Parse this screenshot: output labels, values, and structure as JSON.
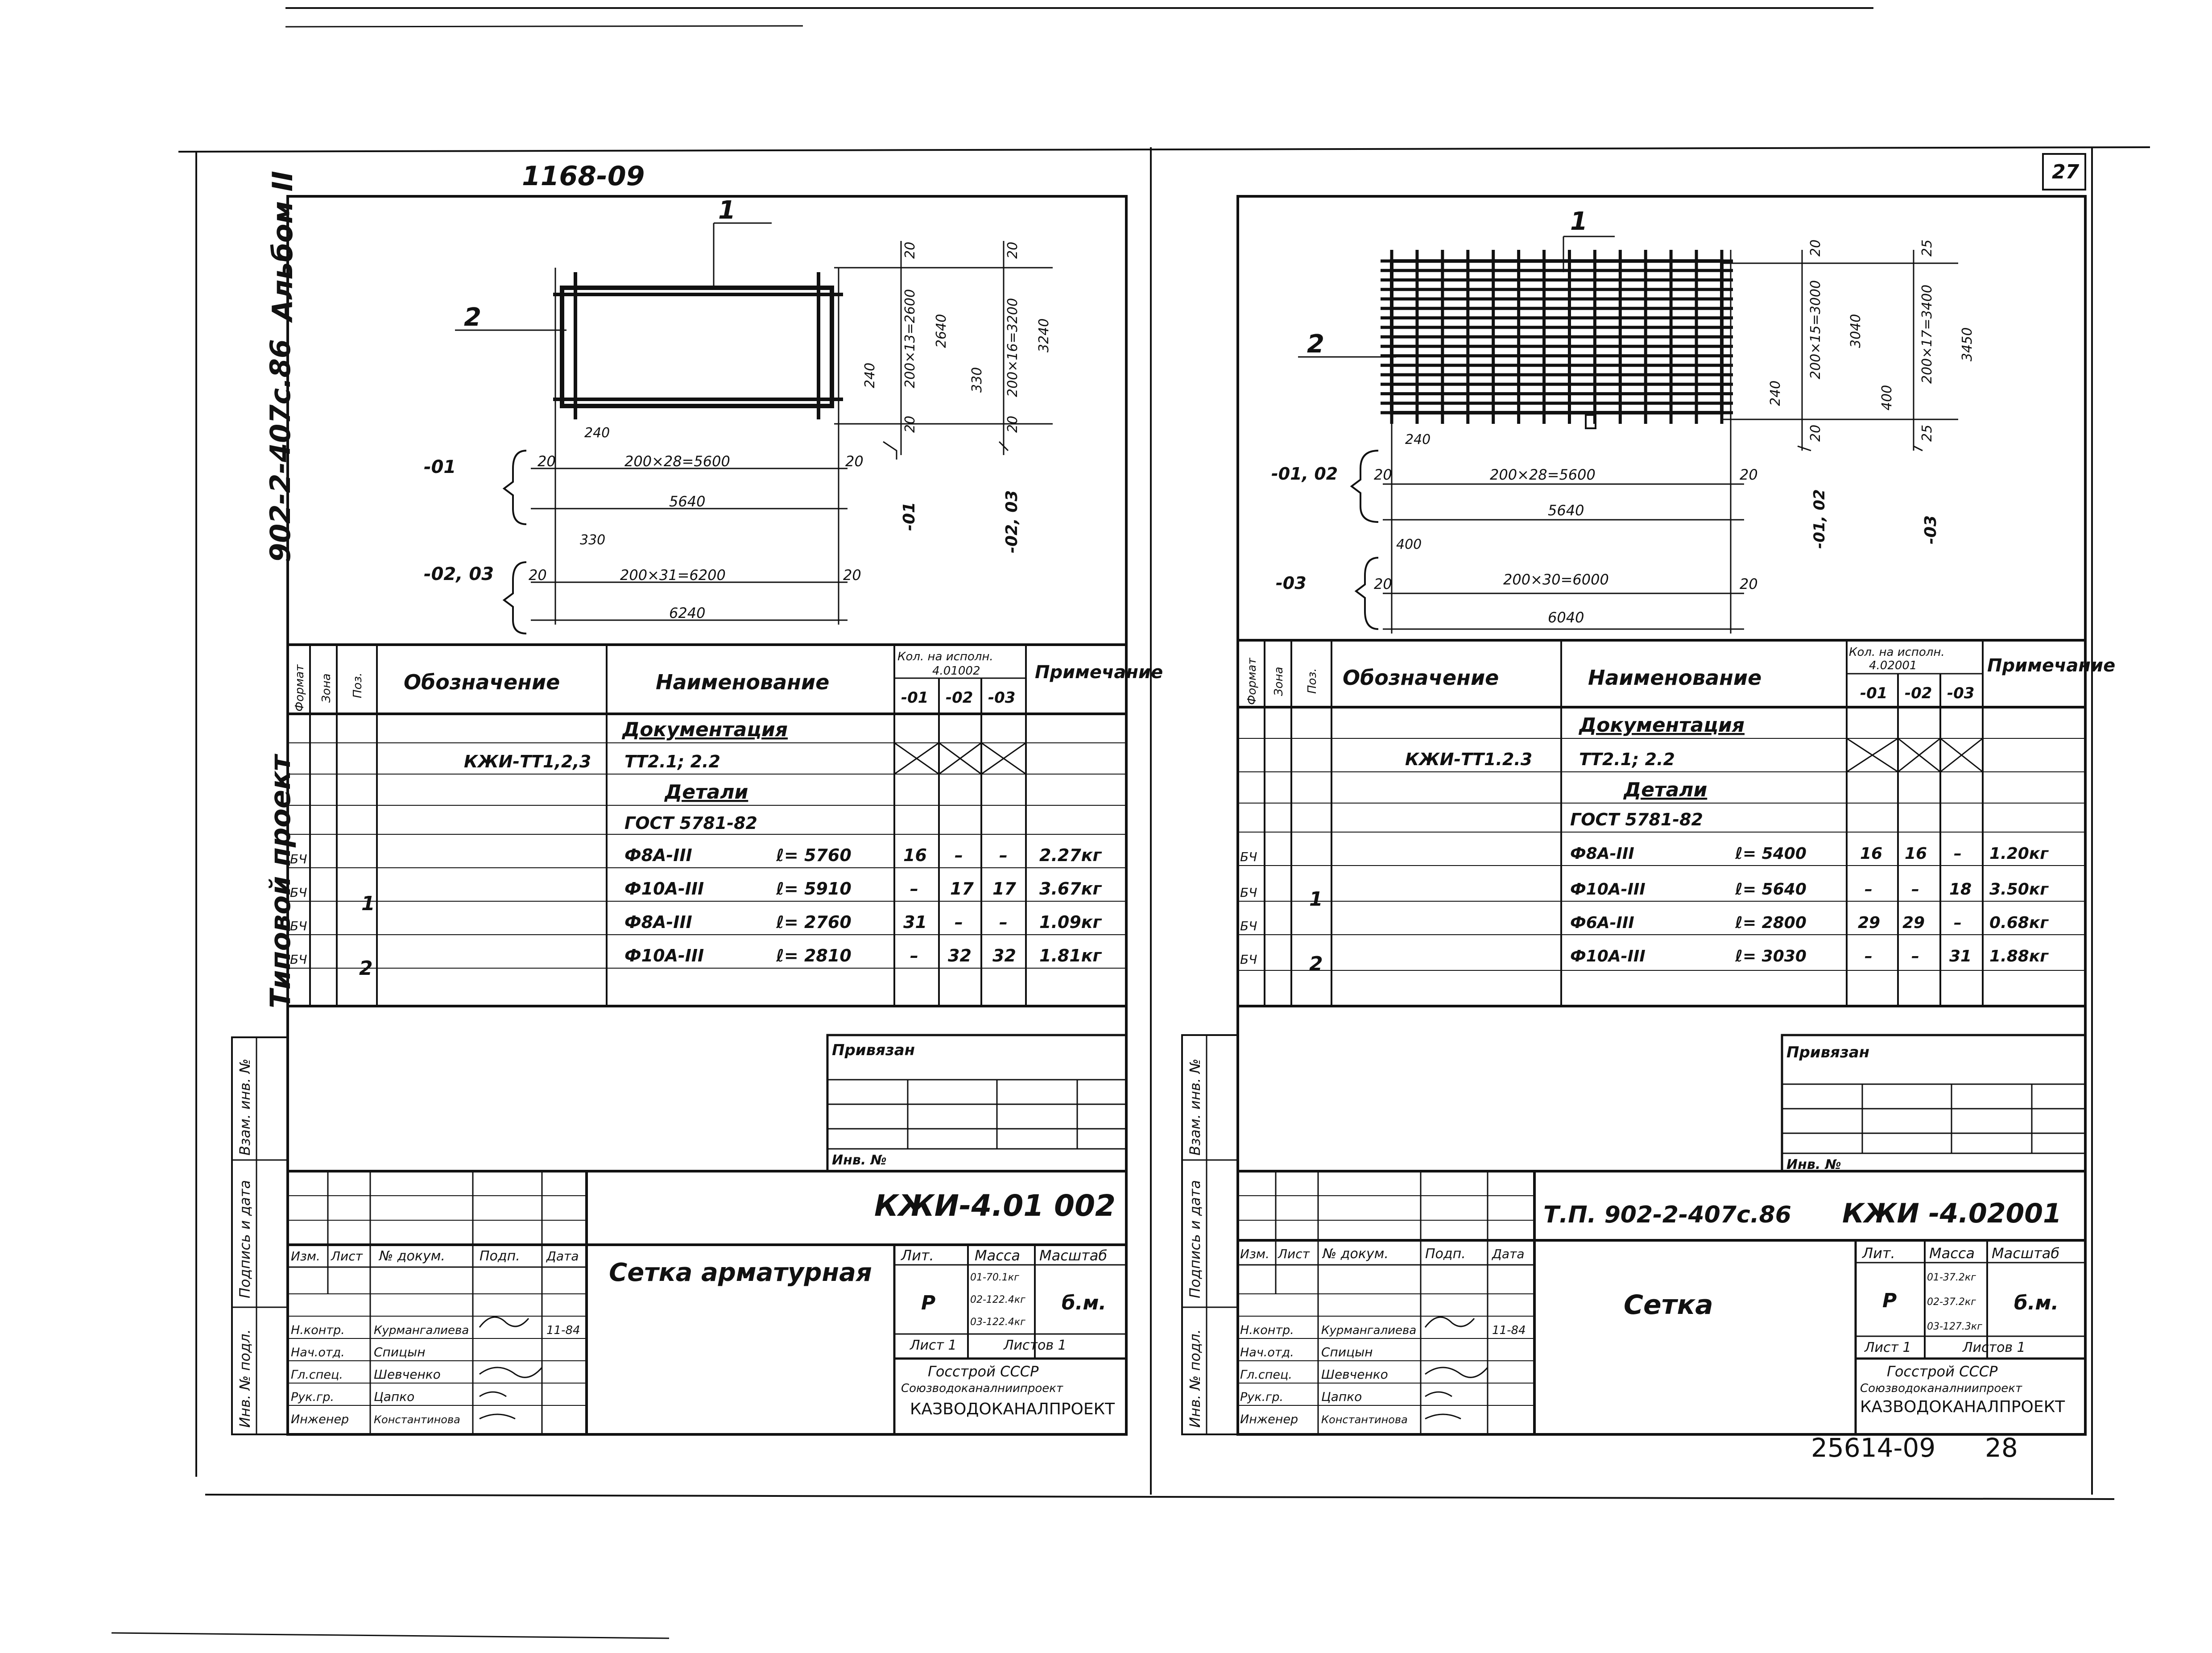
{
  "header": {
    "left_number": "1168-09",
    "page_number": "27"
  },
  "side_text": {
    "album": "Альбом II",
    "project_code": "902-2-407c.86",
    "typical": "Типовой проект"
  },
  "side_stamp_labels": [
    "Взам. инв. №",
    "Подпись и дата",
    "Инв. № подл."
  ],
  "spec_headers": {
    "format": "Формат",
    "zone": "Зона",
    "pos": "Поз.",
    "designation": "Обозначение",
    "name": "Наименование",
    "qty_title": "Кол. на исполн.",
    "note": "Примечание",
    "col1": "-01",
    "col2": "-02",
    "col3": "-03"
  },
  "left": {
    "qty_doc": "4.01002",
    "section_doc": "Документация",
    "doc_designation": "КЖИ-ТТ1,2,3",
    "doc_name": "ТТ2.1; 2.2",
    "section_parts": "Детали",
    "gost": "ГОСТ 5781-82",
    "rows": [
      {
        "fmt": "БЧ",
        "pos": "1",
        "name": "Ф8А-III",
        "len": "ℓ= 5760",
        "q1": "16",
        "q2": "–",
        "q3": "–",
        "note": "2.27кг"
      },
      {
        "fmt": "БЧ",
        "pos": "",
        "name": "Ф10А-III",
        "len": "ℓ= 5910",
        "q1": "–",
        "q2": "17",
        "q3": "17",
        "note": "3.67кг"
      },
      {
        "fmt": "БЧ",
        "pos": "2",
        "name": "Ф8А-III",
        "len": "ℓ= 2760",
        "q1": "31",
        "q2": "–",
        "q3": "–",
        "note": "1.09кг"
      },
      {
        "fmt": "БЧ",
        "pos": "",
        "name": "Ф10А-III",
        "len": "ℓ= 2810",
        "q1": "–",
        "q2": "32",
        "q3": "32",
        "note": "1.81кг"
      }
    ],
    "privyazan": "Привязан",
    "inv": "Инв. №",
    "doc_code": "КЖИ-4.01 002",
    "title": "Сетка арматурная",
    "lit_label": "Лит.",
    "mass_label": "Масса",
    "scale_label": "Масштаб",
    "lit": "Р",
    "mass": [
      "01-70.1кг",
      "02-122.4кг",
      "03-122.4кг"
    ],
    "scale": "б.м.",
    "sheet": "Лист 1",
    "sheets": "Листов 1",
    "org1": "Госстрой СССР",
    "org2": "Союзводоканалниипроект",
    "org3": "КАЗВОДОКАНАЛПРОЕКТ",
    "sign_headers": [
      "Изм.",
      "Лист",
      "№ докум.",
      "Подп.",
      "Дата"
    ],
    "roles": [
      {
        "role": "Н.контр.",
        "name": "Курмангалиева",
        "date": "11-84"
      },
      {
        "role": "Нач.отд.",
        "name": "Спицын",
        "date": ""
      },
      {
        "role": "Гл.спец.",
        "name": "Шевченко",
        "date": ""
      },
      {
        "role": "Рук.гр.",
        "name": "Цапко",
        "date": ""
      },
      {
        "role": "Инженер",
        "name": "Константинова",
        "date": ""
      }
    ],
    "drawing": {
      "label1": "1",
      "label2": "2",
      "v1": "20",
      "v2": "200×13=2600",
      "v3": "2640",
      "v4": "20",
      "v5": "200×16=3200",
      "v6": "3240",
      "d1": "240",
      "d2": "330",
      "v7": "20",
      "v8": "20",
      "m01": "-01",
      "m0203": "-02, 03",
      "h1a": "20",
      "h1b": "200×28=5600",
      "h1c": "20",
      "h1d": "5640",
      "h2a": "20",
      "h2b": "200×31=6200",
      "h2c": "20",
      "h2d": "6240",
      "d3": "240",
      "d4": "330",
      "vm01": "-01",
      "vm0203": "-02, 03"
    }
  },
  "right": {
    "qty_doc": "4.02001",
    "section_doc": "Документация",
    "doc_designation": "КЖИ-ТТ1.2.3",
    "doc_name": "ТТ2.1; 2.2",
    "section_parts": "Детали",
    "gost": "ГОСТ 5781-82",
    "rows": [
      {
        "fmt": "БЧ",
        "pos": "1",
        "name": "Ф8А-III",
        "len": "ℓ= 5400",
        "q1": "16",
        "q2": "16",
        "q3": "–",
        "note": "1.20кг"
      },
      {
        "fmt": "БЧ",
        "pos": "",
        "name": "Ф10А-III",
        "len": "ℓ= 5640",
        "q1": "–",
        "q2": "–",
        "q3": "18",
        "note": "3.50кг"
      },
      {
        "fmt": "БЧ",
        "pos": "2",
        "name": "Ф6А-III",
        "len": "ℓ= 2800",
        "q1": "29",
        "q2": "29",
        "q3": "–",
        "note": "0.68кг"
      },
      {
        "fmt": "БЧ",
        "pos": "",
        "name": "Ф10А-III",
        "len": "ℓ= 3030",
        "q1": "–",
        "q2": "–",
        "q3": "31",
        "note": "1.88кг"
      }
    ],
    "privyazan": "Привязан",
    "inv": "Инв. №",
    "tp_code": "Т.П. 902-2-407с.86",
    "doc_code": "КЖИ -4.02001",
    "title": "Сетка",
    "lit_label": "Лит.",
    "mass_label": "Масса",
    "scale_label": "Масштаб",
    "lit": "Р",
    "mass": [
      "01-37.2кг",
      "02-37.2кг",
      "03-127.3кг"
    ],
    "scale": "б.м.",
    "sheet": "Лист 1",
    "sheets": "Листов 1",
    "org1": "Госстрой СССР",
    "org2": "Союзводоканалниипроект",
    "org3": "КАЗВОДОКАНАЛПРОЕКТ",
    "sign_headers": [
      "Изм.",
      "Лист",
      "№ докум.",
      "Подп.",
      "Дата"
    ],
    "roles": [
      {
        "role": "Н.контр.",
        "name": "Курмангалиева",
        "date": "11-84"
      },
      {
        "role": "Нач.отд.",
        "name": "Спицын",
        "date": ""
      },
      {
        "role": "Гл.спец.",
        "name": "Шевченко",
        "date": ""
      },
      {
        "role": "Рук.гр.",
        "name": "Цапко",
        "date": ""
      },
      {
        "role": "Инженер",
        "name": "Константинова",
        "date": ""
      }
    ],
    "drawing": {
      "label1": "1",
      "label2": "2",
      "v1": "20",
      "v2": "200×15=3000",
      "v3": "3040",
      "v4": "25",
      "v5": "200×17=3400",
      "v6": "3450",
      "d1": "240",
      "d2": "400",
      "v7": "20",
      "v8": "25",
      "m0102": "-01, 02",
      "m03": "-03",
      "h1a": "20",
      "h1b": "200×28=5600",
      "h1c": "20",
      "h1d": "5640",
      "h2a": "20",
      "h2b": "200×30=6000",
      "h2c": "20",
      "h2d": "6040",
      "d3": "240",
      "d4": "400",
      "vm0102": "-01, 02",
      "vm03": "-03"
    }
  },
  "footer": {
    "bottom_number": "25614-09",
    "bottom_page": "28"
  }
}
